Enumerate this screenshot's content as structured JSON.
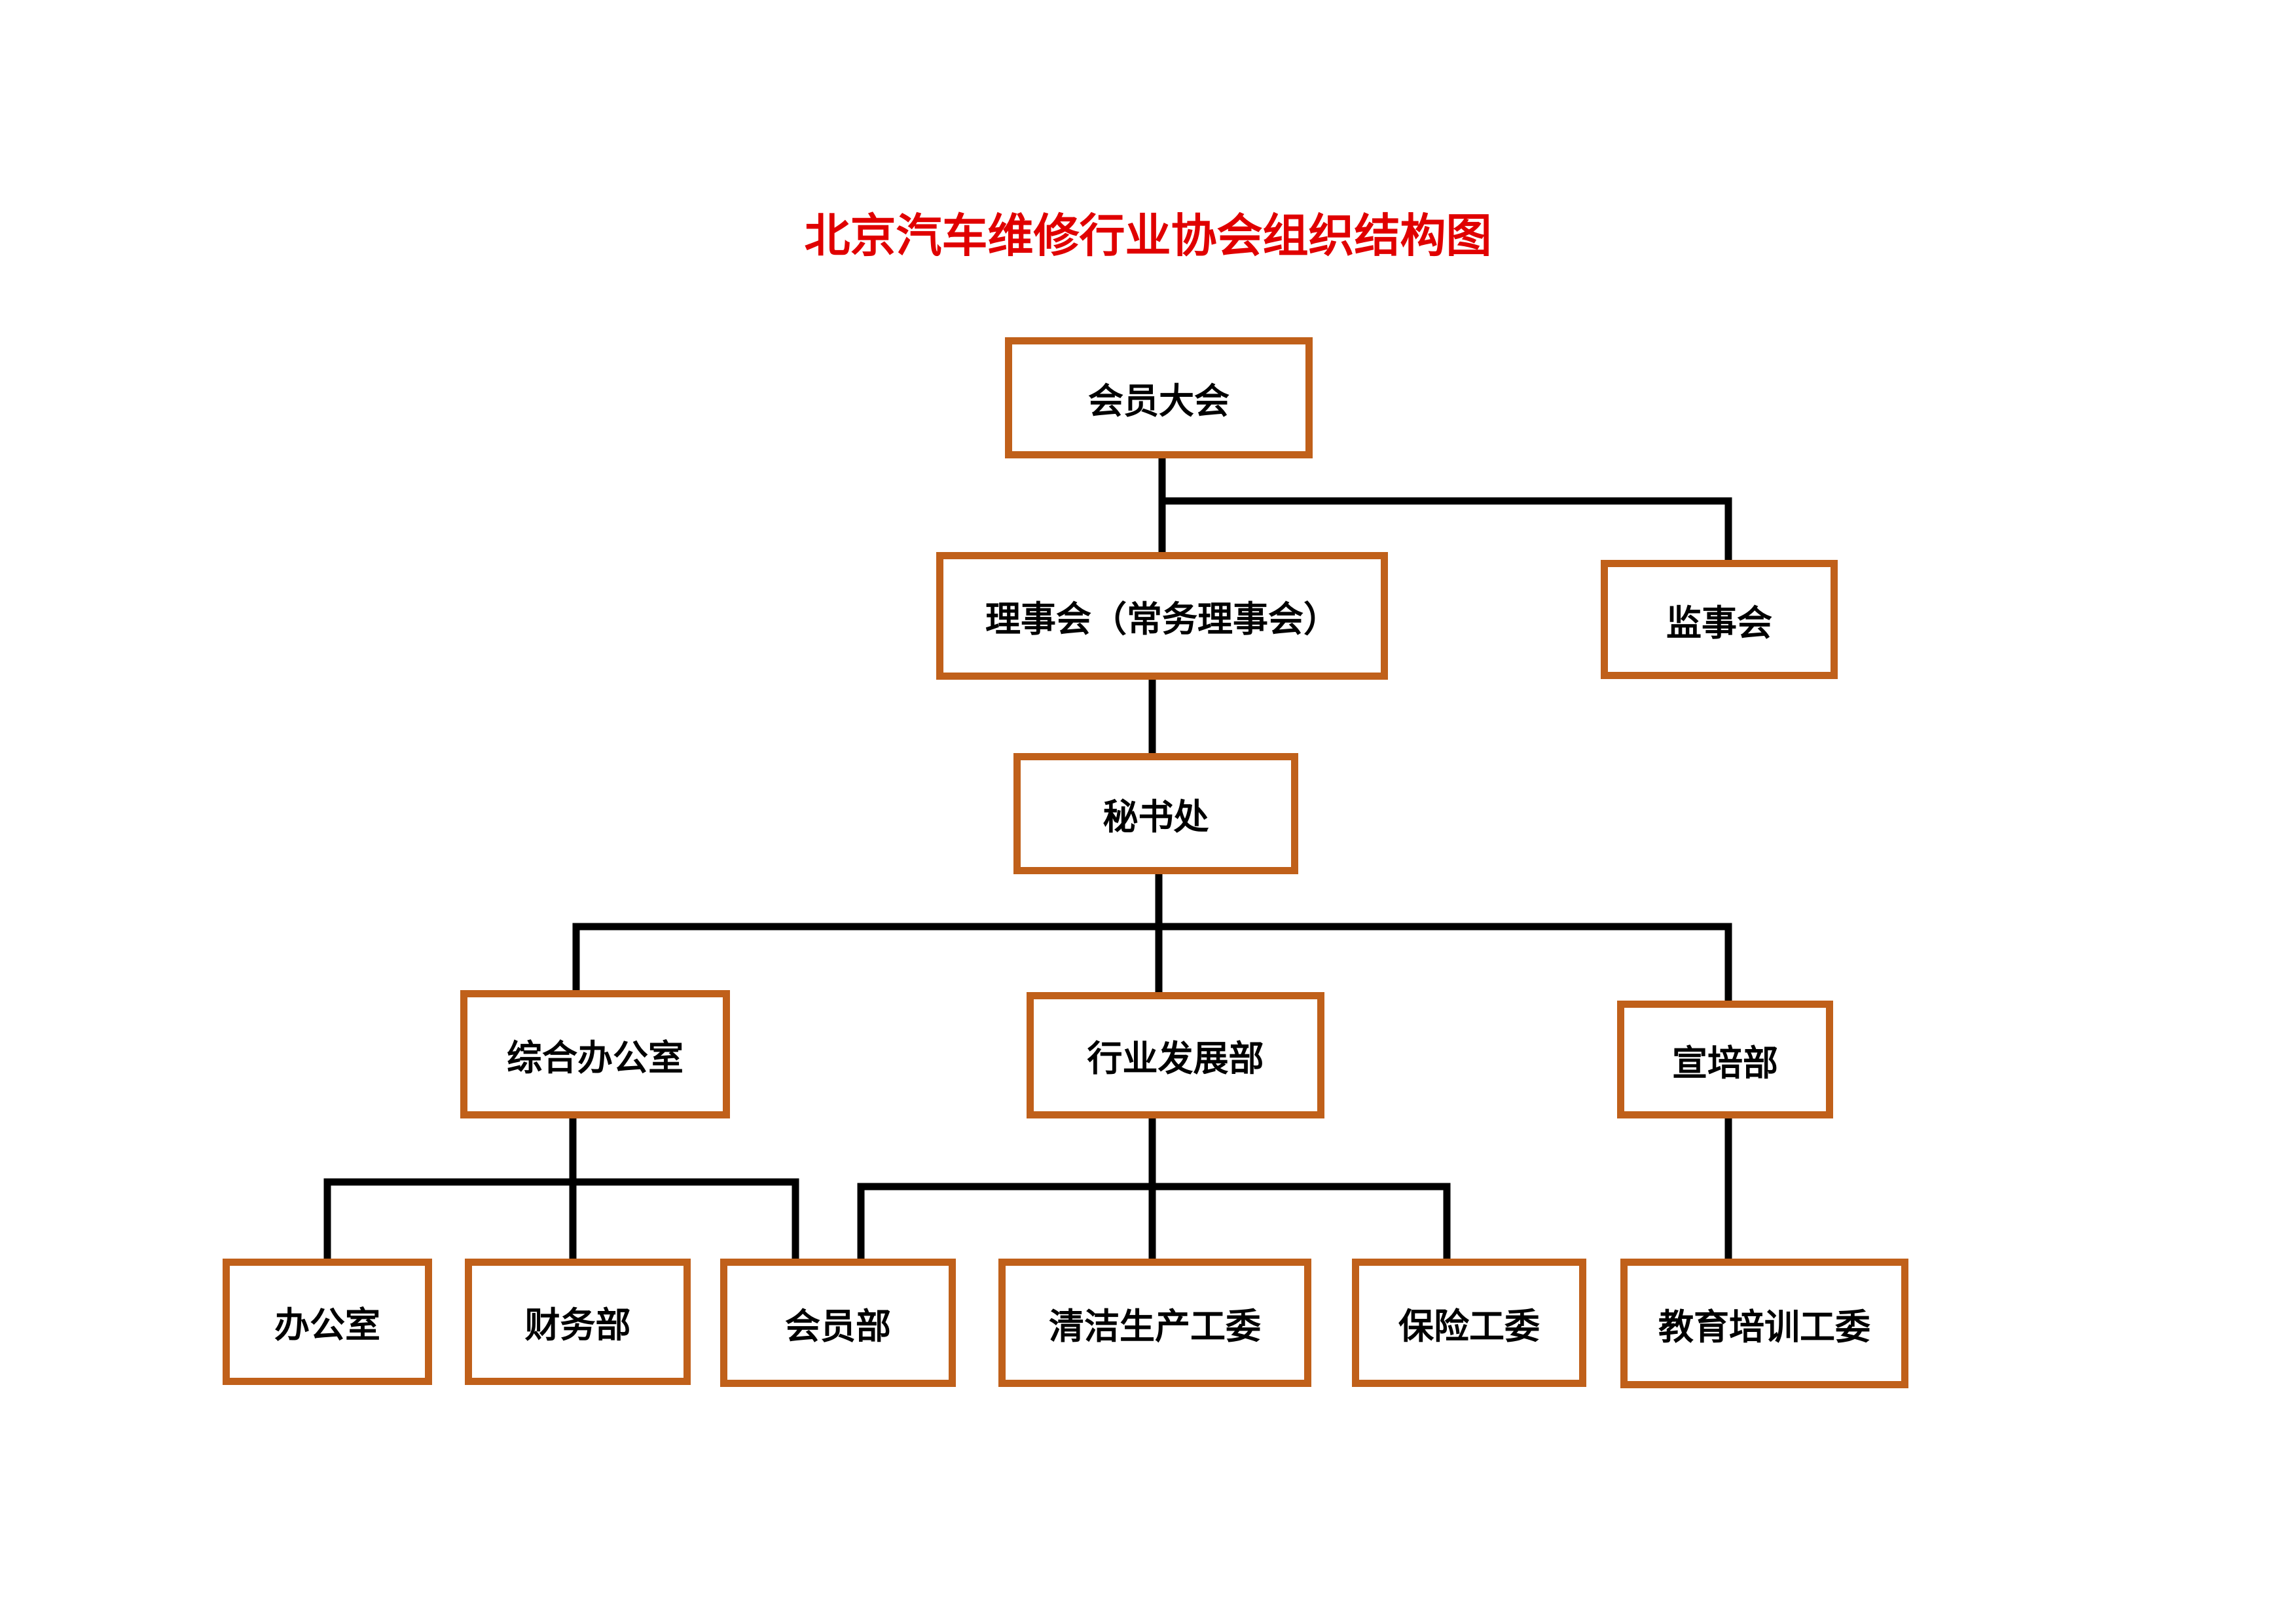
{
  "title": "北京汽车维修行业协会组织结构图",
  "colors": {
    "title": "#e00000",
    "box_border": "#c0601a",
    "line": "#000000",
    "text": "#000000"
  },
  "nodes": {
    "general_assembly": "会员大会",
    "council": "理事会（常务理事会）",
    "supervisory_board": "监事会",
    "secretariat": "秘书处",
    "general_office": "综合办公室",
    "industry_dev": "行业发展部",
    "publicity_training": "宣培部",
    "office": "办公室",
    "finance": "财务部",
    "membership": "会员部",
    "cleaner_production": "清洁生产工委",
    "insurance": "保险工委",
    "education_training": "教育培训工委"
  }
}
